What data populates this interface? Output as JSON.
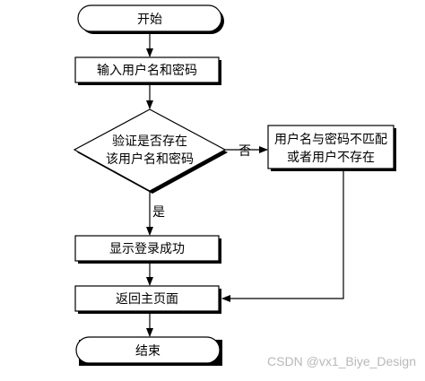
{
  "flowchart": {
    "nodes": {
      "start": "开始",
      "input": "输入用户名和密码",
      "decision_line1": "验证是否存在",
      "decision_line2": "该用户名和密码",
      "error_line1": "用户名与密码不匹配",
      "error_line2": "或者用户不存在",
      "success": "显示登录成功",
      "return_home": "返回主页面",
      "end": "结束"
    },
    "edges": {
      "no_label": "否",
      "yes_label": "是"
    }
  },
  "watermark": "CSDN @vx1_Biye_Design"
}
